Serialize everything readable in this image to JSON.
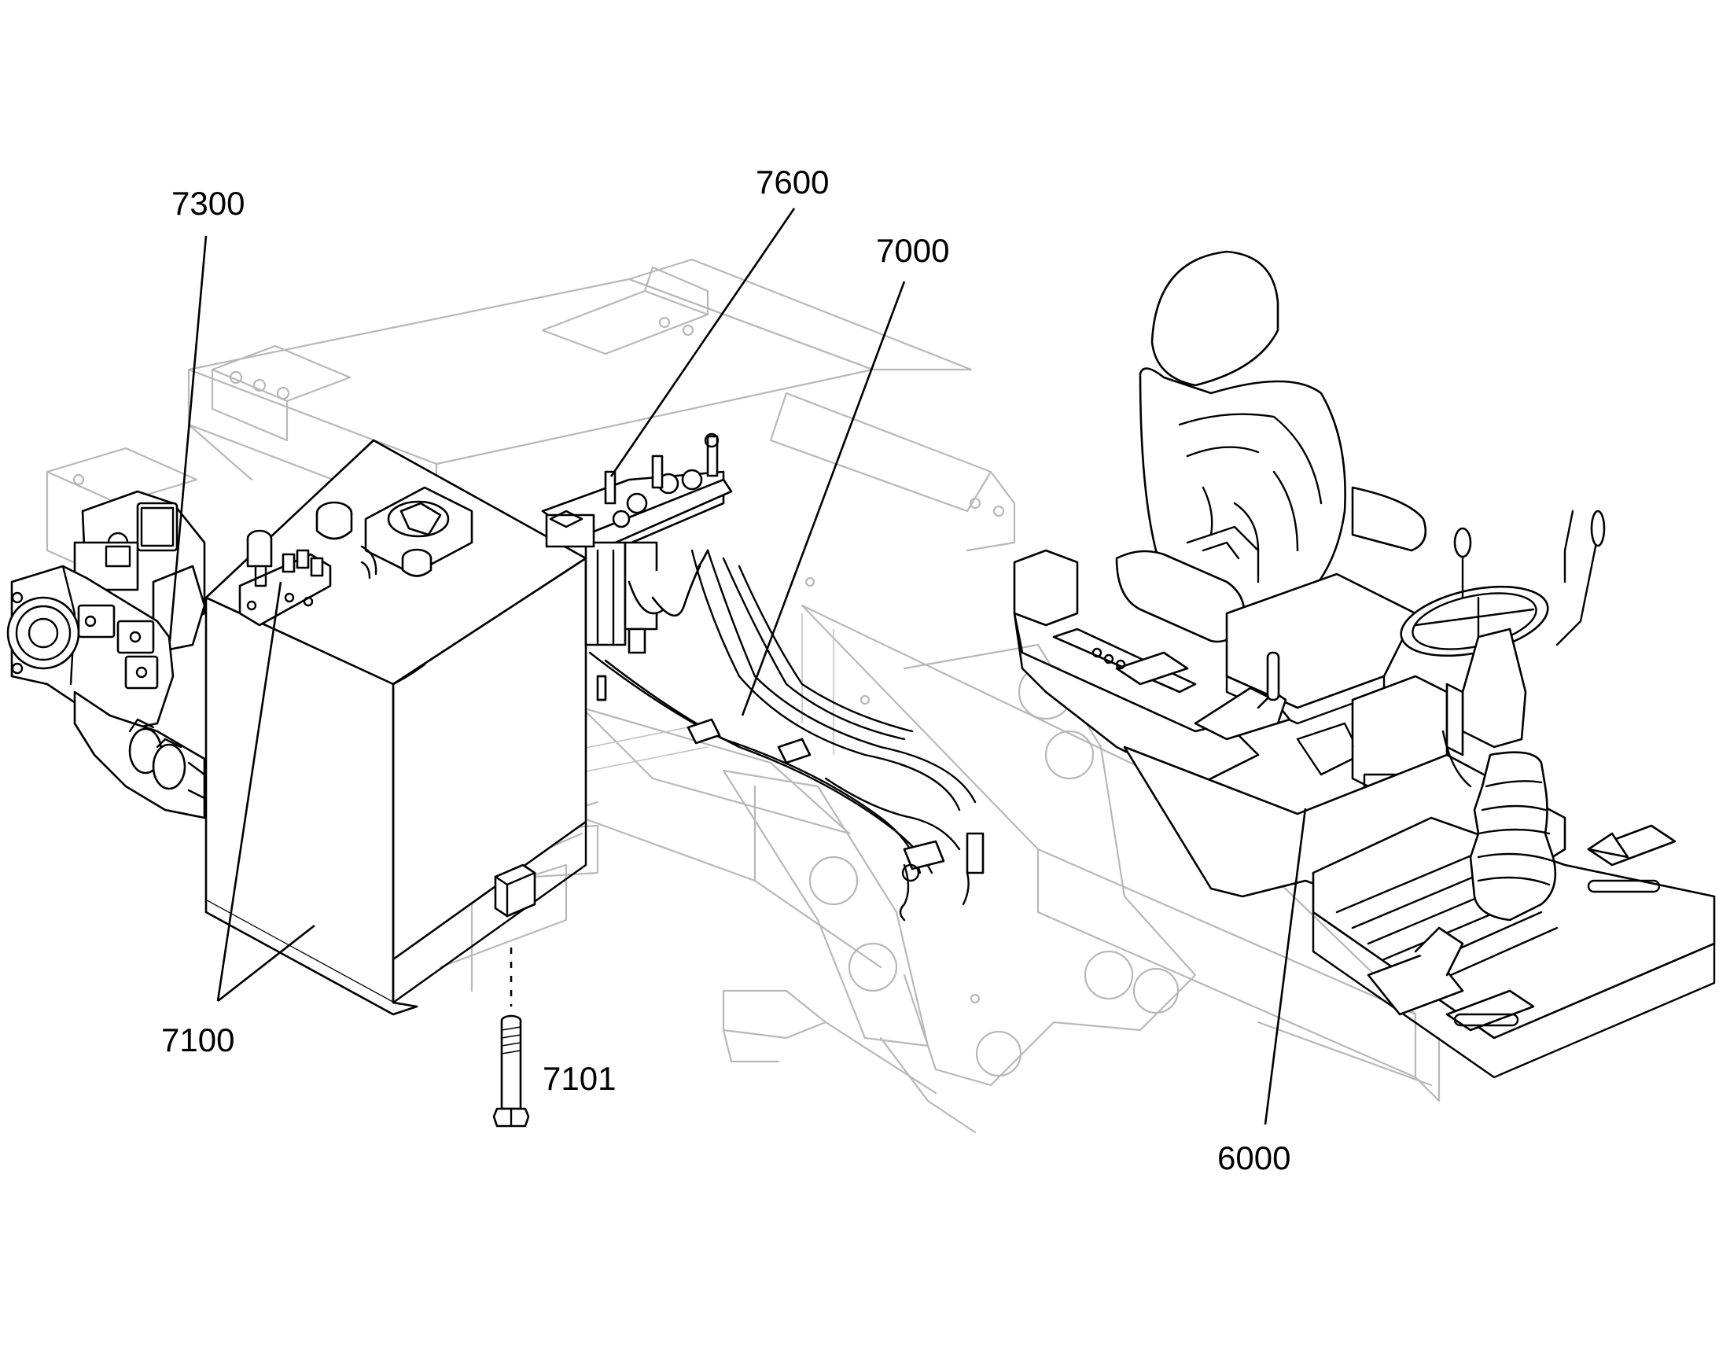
{
  "callouts": {
    "c7300": "7300",
    "c7600": "7600",
    "c7000": "7000",
    "c7100": "7100",
    "c7101": "7101",
    "c6000": "6000"
  }
}
